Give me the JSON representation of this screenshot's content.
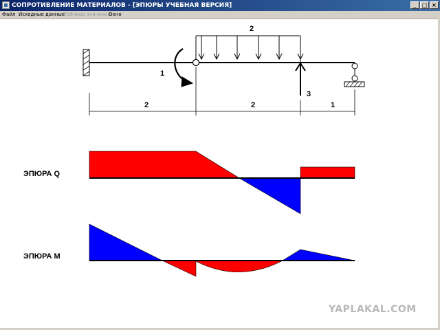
{
  "window": {
    "title": "СОПРОТИВЛЕНИЕ  МАТЕРИАЛОВ - [ЭПЮРЫ  УЧЕБНАЯ  ВЕРСИЯ]",
    "controls": {
      "minimize": "_",
      "maximize": "□",
      "close": "×"
    }
  },
  "menu": {
    "items": [
      {
        "label": "Файл",
        "enabled": true
      },
      {
        "label": "Исходные данные",
        "enabled": true
      },
      {
        "label": "Таблица значений",
        "enabled": false
      },
      {
        "label": "Окно",
        "enabled": true
      }
    ]
  },
  "beam": {
    "moment_label": "1",
    "distributed_load_label": "2",
    "point_force_label": "3",
    "spans": [
      "2",
      "2",
      "1"
    ]
  },
  "diagrams": {
    "q_label": "ЭПЮРА Q",
    "m_label": "ЭПЮРА M",
    "positive_color": "#ff0000",
    "negative_color": "#0000ff"
  },
  "watermark": "YAPLAKAL.COM"
}
